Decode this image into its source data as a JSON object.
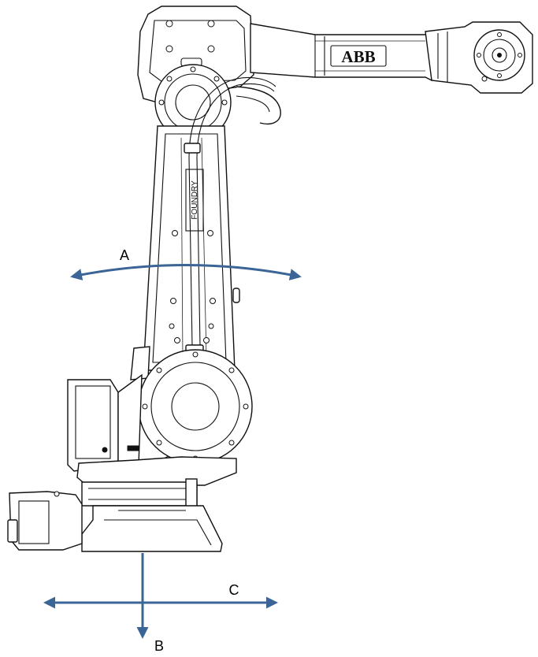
{
  "diagram": {
    "brand_text": "ABB",
    "arm_label": "FOUNDRY",
    "motion_labels": {
      "a": "A",
      "b": "B",
      "c": "C"
    },
    "arrow_color": "#3a6596",
    "line_color": "#111111"
  }
}
